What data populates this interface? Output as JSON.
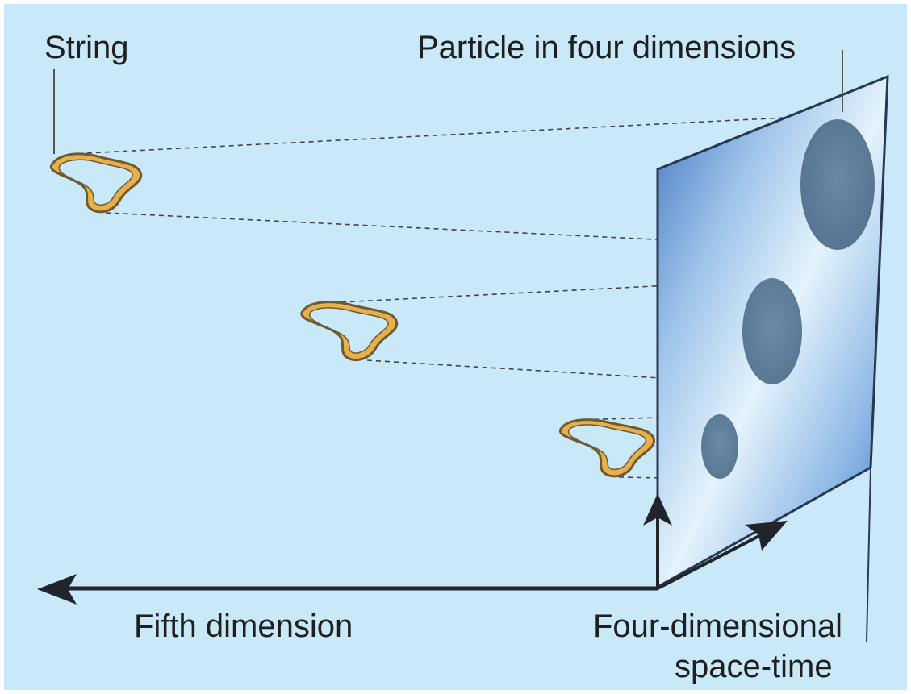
{
  "labels": {
    "string": "String",
    "particle": "Particle in four dimensions",
    "fifth_dimension": "Fifth dimension",
    "spacetime_line1": "Four-dimensional",
    "spacetime_line2": "space-time"
  },
  "colors": {
    "background": "#c9e9f8",
    "plane_dark": "#4f7fc4",
    "plane_light": "#d8ecf8",
    "plane_edge": "#27384f",
    "particle": "#4f6f8d",
    "string_fill": "#e9b049",
    "string_outline": "#6c5a35",
    "axis": "#22242b",
    "text": "#1f1f1f",
    "dashed_line": "#444444"
  }
}
